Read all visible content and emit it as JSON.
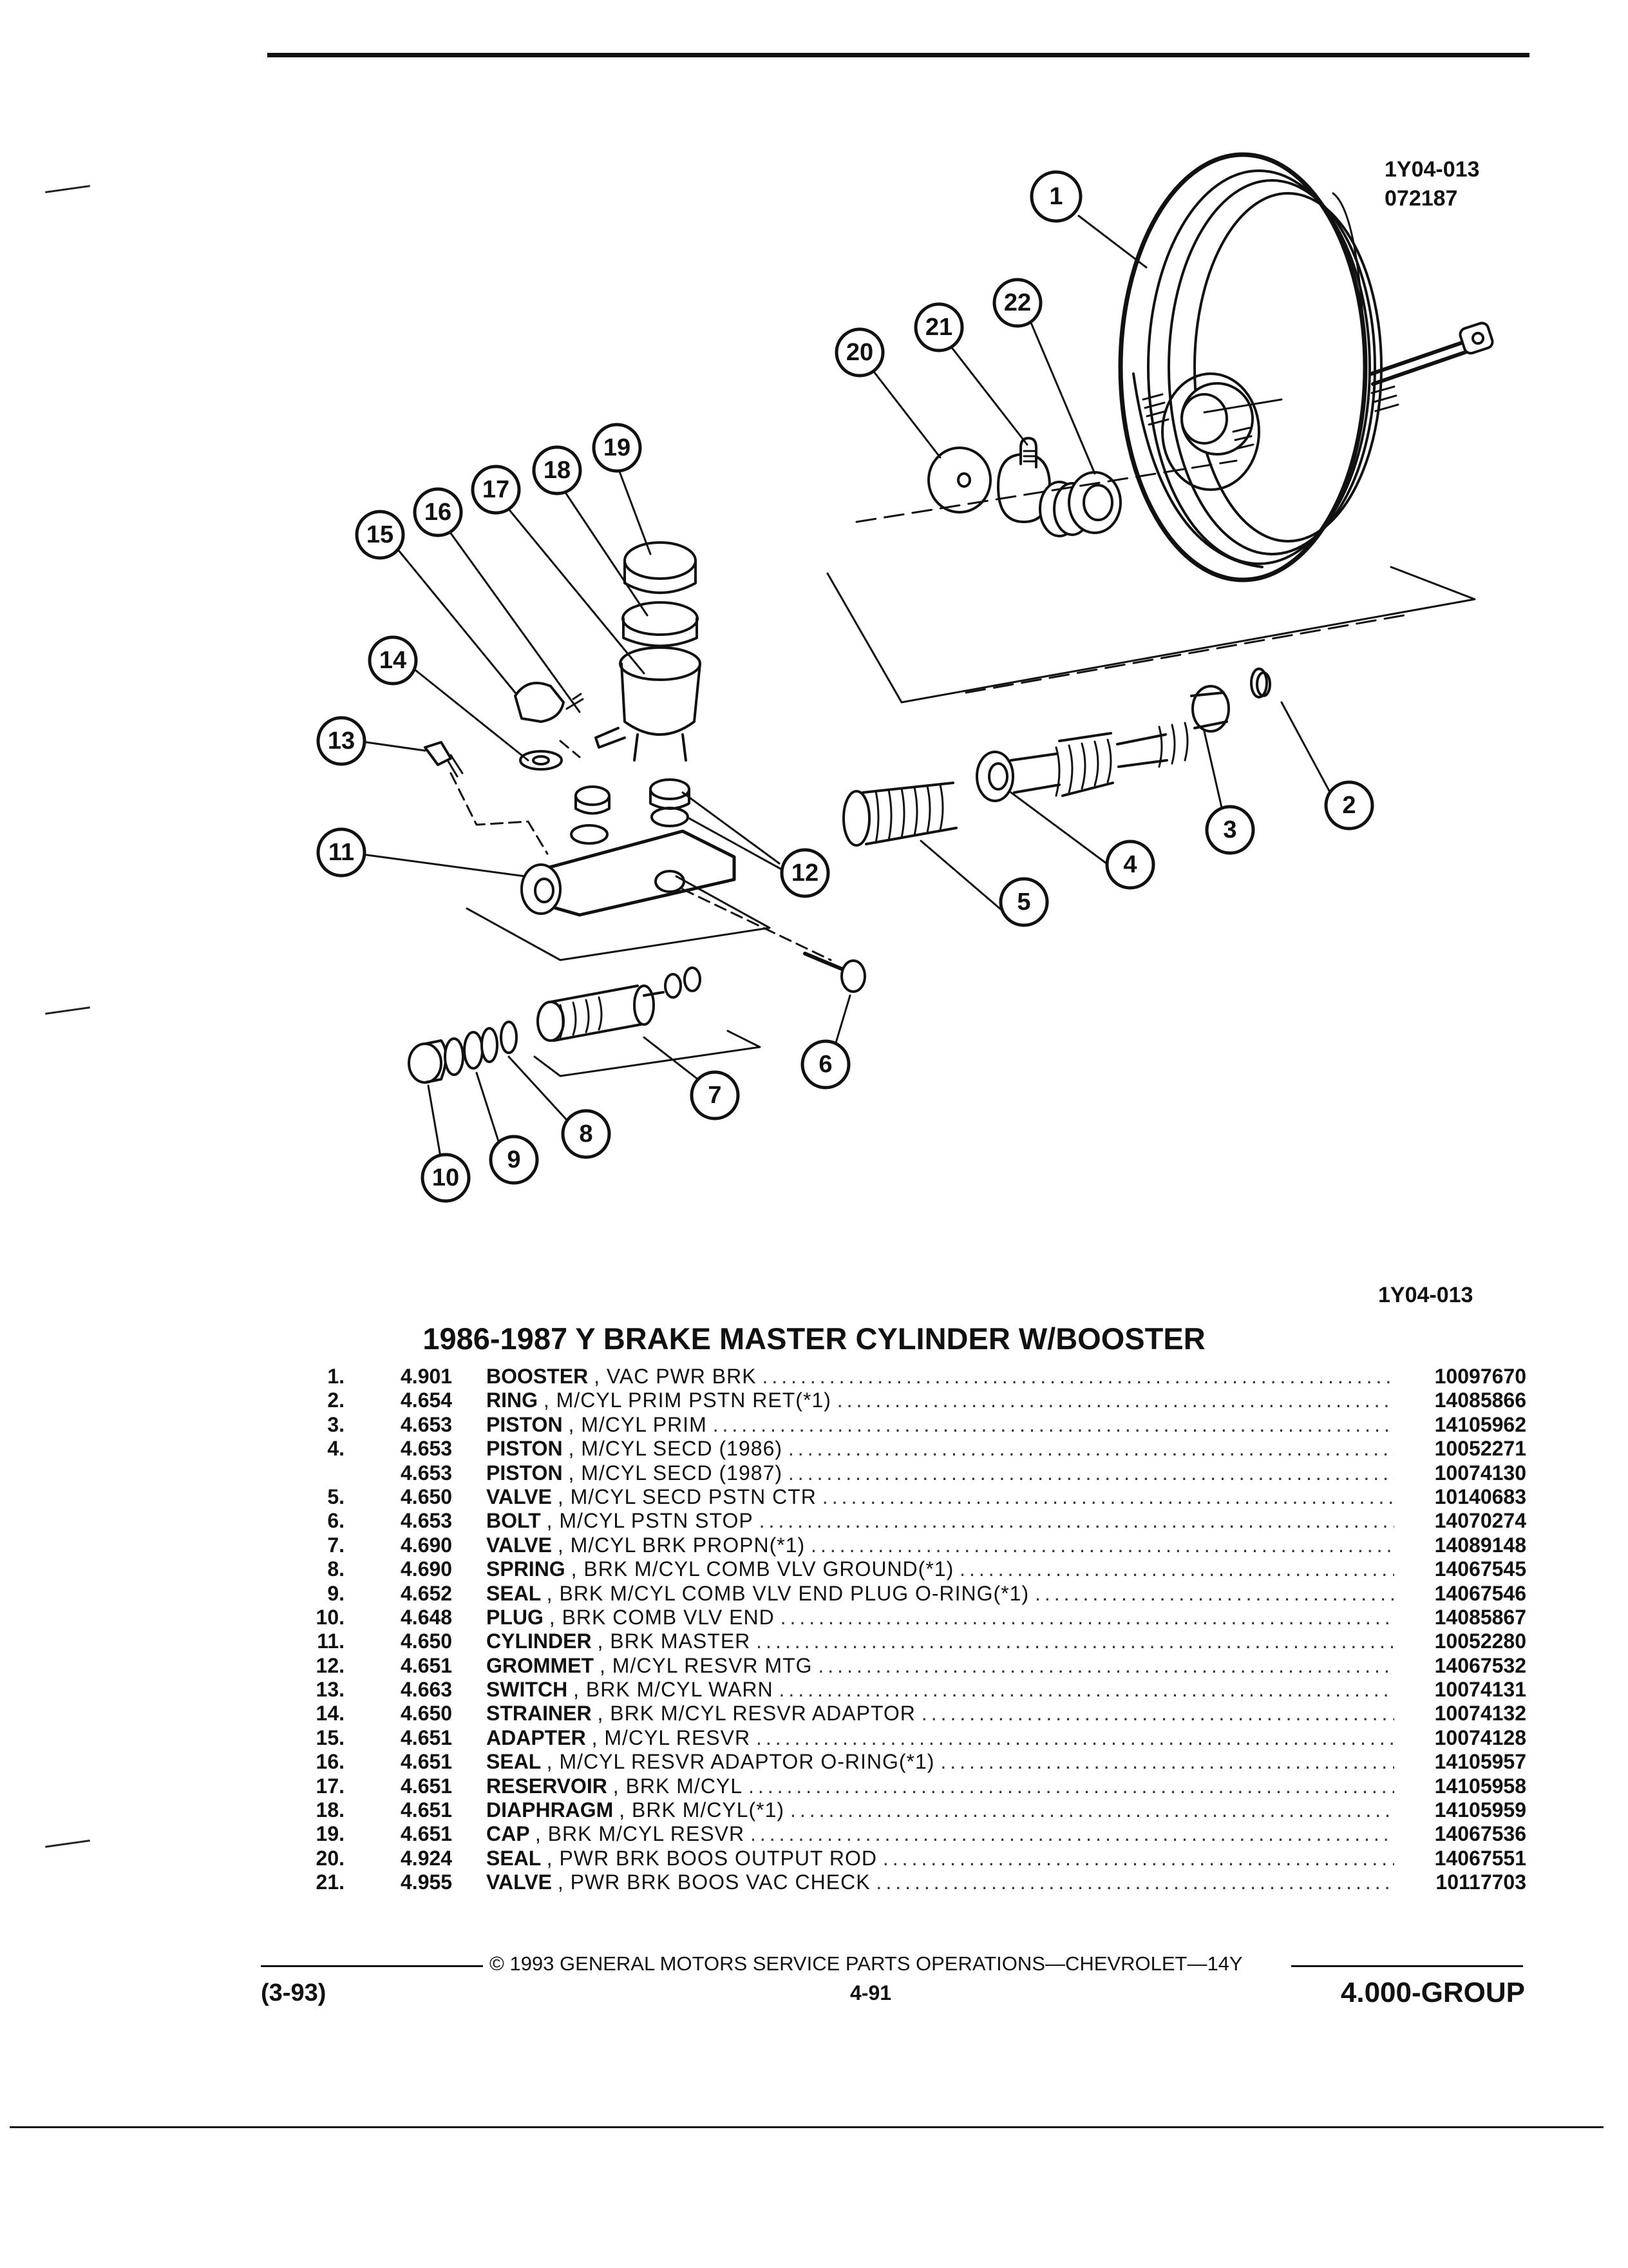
{
  "header": {
    "illustration_code": "1Y04-013",
    "illustration_date": "072187"
  },
  "diagram": {
    "callouts": [
      "1",
      "2",
      "3",
      "4",
      "5",
      "6",
      "7",
      "8",
      "9",
      "10",
      "11",
      "12",
      "13",
      "14",
      "15",
      "16",
      "17",
      "18",
      "19",
      "20",
      "21",
      "22"
    ],
    "caption_code": "1Y04-013"
  },
  "title": "1986-1987 Y BRAKE MASTER CYLINDER W/BOOSTER",
  "parts": [
    {
      "num": "1.",
      "group": "4.901",
      "name": "BOOSTER",
      "desc": ", VAC PWR BRK",
      "part": "10097670"
    },
    {
      "num": "2.",
      "group": "4.654",
      "name": "RING",
      "desc": ", M/CYL PRIM PSTN RET(*1)",
      "part": "14085866"
    },
    {
      "num": "3.",
      "group": "4.653",
      "name": "PISTON",
      "desc": ", M/CYL PRIM",
      "part": "14105962"
    },
    {
      "num": "4.",
      "group": "4.653",
      "name": "PISTON",
      "desc": ", M/CYL SECD (1986)",
      "part": "10052271"
    },
    {
      "num": "",
      "group": "4.653",
      "name": "PISTON",
      "desc": ", M/CYL SECD (1987)",
      "part": "10074130"
    },
    {
      "num": "5.",
      "group": "4.650",
      "name": "VALVE",
      "desc": ", M/CYL SECD PSTN CTR",
      "part": "10140683"
    },
    {
      "num": "6.",
      "group": "4.653",
      "name": "BOLT",
      "desc": ", M/CYL PSTN STOP",
      "part": "14070274"
    },
    {
      "num": "7.",
      "group": "4.690",
      "name": "VALVE",
      "desc": ", M/CYL BRK PROPN(*1)",
      "part": "14089148"
    },
    {
      "num": "8.",
      "group": "4.690",
      "name": "SPRING",
      "desc": ", BRK M/CYL COMB VLV GROUND(*1)",
      "part": "14067545"
    },
    {
      "num": "9.",
      "group": "4.652",
      "name": "SEAL",
      "desc": ", BRK M/CYL COMB VLV END PLUG O-RING(*1)",
      "part": "14067546"
    },
    {
      "num": "10.",
      "group": "4.648",
      "name": "PLUG",
      "desc": ", BRK COMB VLV END",
      "part": "14085867"
    },
    {
      "num": "11.",
      "group": "4.650",
      "name": "CYLINDER",
      "desc": ", BRK MASTER",
      "part": "10052280"
    },
    {
      "num": "12.",
      "group": "4.651",
      "name": "GROMMET",
      "desc": ", M/CYL RESVR MTG",
      "part": "14067532"
    },
    {
      "num": "13.",
      "group": "4.663",
      "name": "SWITCH",
      "desc": ", BRK M/CYL WARN",
      "part": "10074131"
    },
    {
      "num": "14.",
      "group": "4.650",
      "name": "STRAINER",
      "desc": ", BRK M/CYL RESVR ADAPTOR",
      "part": "10074132"
    },
    {
      "num": "15.",
      "group": "4.651",
      "name": "ADAPTER",
      "desc": ", M/CYL RESVR",
      "part": "10074128"
    },
    {
      "num": "16.",
      "group": "4.651",
      "name": "SEAL",
      "desc": ", M/CYL RESVR ADAPTOR O-RING(*1)",
      "part": "14105957"
    },
    {
      "num": "17.",
      "group": "4.651",
      "name": "RESERVOIR",
      "desc": ", BRK M/CYL",
      "part": "14105958"
    },
    {
      "num": "18.",
      "group": "4.651",
      "name": "DIAPHRAGM",
      "desc": ", BRK M/CYL(*1)",
      "part": "14105959"
    },
    {
      "num": "19.",
      "group": "4.651",
      "name": "CAP",
      "desc": ", BRK M/CYL RESVR",
      "part": "14067536"
    },
    {
      "num": "20.",
      "group": "4.924",
      "name": "SEAL",
      "desc": ", PWR BRK BOOS OUTPUT ROD",
      "part": "14067551"
    },
    {
      "num": "21.",
      "group": "4.955",
      "name": "VALVE",
      "desc": ", PWR BRK BOOS VAC CHECK",
      "part": "10117703"
    }
  ],
  "footer": {
    "copyright": "© 1993 GENERAL MOTORS SERVICE PARTS OPERATIONS—CHEVROLET—14Y",
    "date_code": "(3-93)",
    "page": "4-91",
    "group": "4.000-GROUP"
  }
}
